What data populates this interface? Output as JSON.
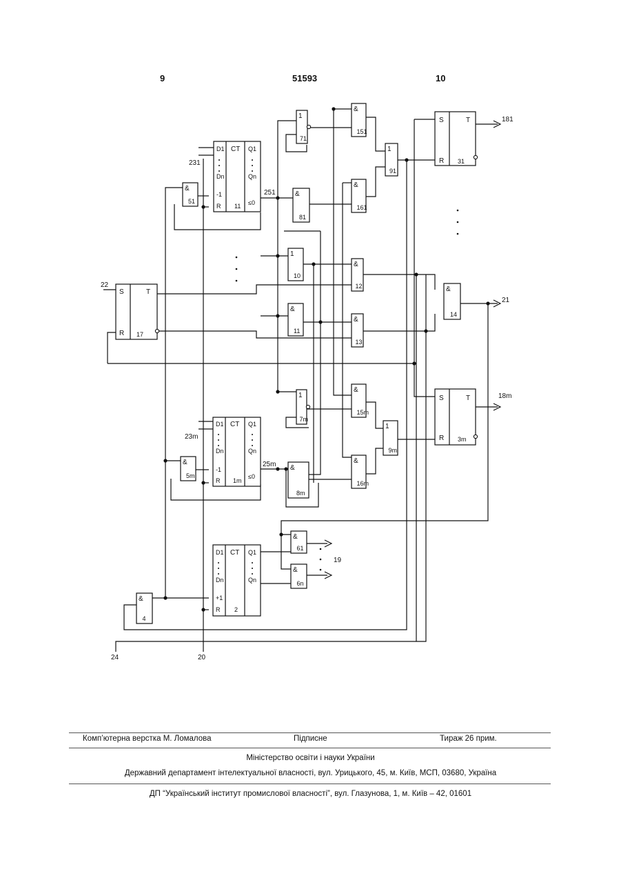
{
  "header": {
    "page_left": "9",
    "patent_number": "51593",
    "page_right": "10"
  },
  "blocks": {
    "counter_top": {
      "title": "CT",
      "label": "11",
      "pins_in": [
        "D1",
        "Dn",
        "-1",
        "R"
      ],
      "pins_out": [
        "Q1",
        "Qn",
        "≤0"
      ]
    },
    "counter_mid": {
      "title": "CT",
      "label": "1m",
      "pins_in": [
        "D1",
        "Dn",
        "-1",
        "R"
      ],
      "pins_out": [
        "Q1",
        "Qn",
        "≤0"
      ]
    },
    "counter_bot": {
      "title": "CT",
      "label": "2",
      "pins_in": [
        "D1",
        "Dn",
        "+1",
        "R"
      ],
      "pins_out": [
        "Q1",
        "Qn"
      ]
    },
    "trigger_31": {
      "s": "S",
      "t": "T",
      "r": "R",
      "label": "31"
    },
    "trigger_3m": {
      "s": "S",
      "t": "T",
      "r": "R",
      "label": "3m"
    },
    "trigger_17": {
      "s": "S",
      "t": "T",
      "r": "R",
      "label": "17"
    }
  },
  "gates": [
    {
      "sym": "&",
      "label": "51"
    },
    {
      "sym": "&",
      "label": "5m"
    },
    {
      "sym": "&",
      "label": "4"
    },
    {
      "sym": "1",
      "label": "71"
    },
    {
      "sym": "1",
      "label": "7m"
    },
    {
      "sym": "&",
      "label": "81"
    },
    {
      "sym": "&",
      "label": "8m"
    },
    {
      "sym": "&",
      "label": "151"
    },
    {
      "sym": "&",
      "label": "15m"
    },
    {
      "sym": "&",
      "label": "161"
    },
    {
      "sym": "&",
      "label": "16m"
    },
    {
      "sym": "1",
      "label": "91"
    },
    {
      "sym": "1",
      "label": "9m"
    },
    {
      "sym": "1",
      "label": "10"
    },
    {
      "sym": "&",
      "label": "11"
    },
    {
      "sym": "&",
      "label": "12"
    },
    {
      "sym": "&",
      "label": "13"
    },
    {
      "sym": "&",
      "label": "14"
    },
    {
      "sym": "&",
      "label": "61"
    },
    {
      "sym": "&",
      "label": "6n"
    }
  ],
  "terminals": {
    "in_22": "22",
    "in_231": "231",
    "in_23m": "23m",
    "in_24": "24",
    "in_20": "20",
    "out_181": "181",
    "out_18m": "18m",
    "out_21": "21",
    "out_19": "19",
    "node_251": "251",
    "node_25m": "25m"
  },
  "footer": {
    "typesetting": "Комп’ютерна верстка М. Ломалова",
    "signed": "Підписне",
    "circulation": "Тираж 26 прим.",
    "ministry": "Міністерство освіти і науки України",
    "department": "Державний департамент інтелектуальної власності, вул. Урицького, 45, м. Київ, МСП, 03680, Україна",
    "institute": "ДП “Український інститут промислової власності”, вул. Глазунова, 1, м. Київ – 42, 01601"
  }
}
